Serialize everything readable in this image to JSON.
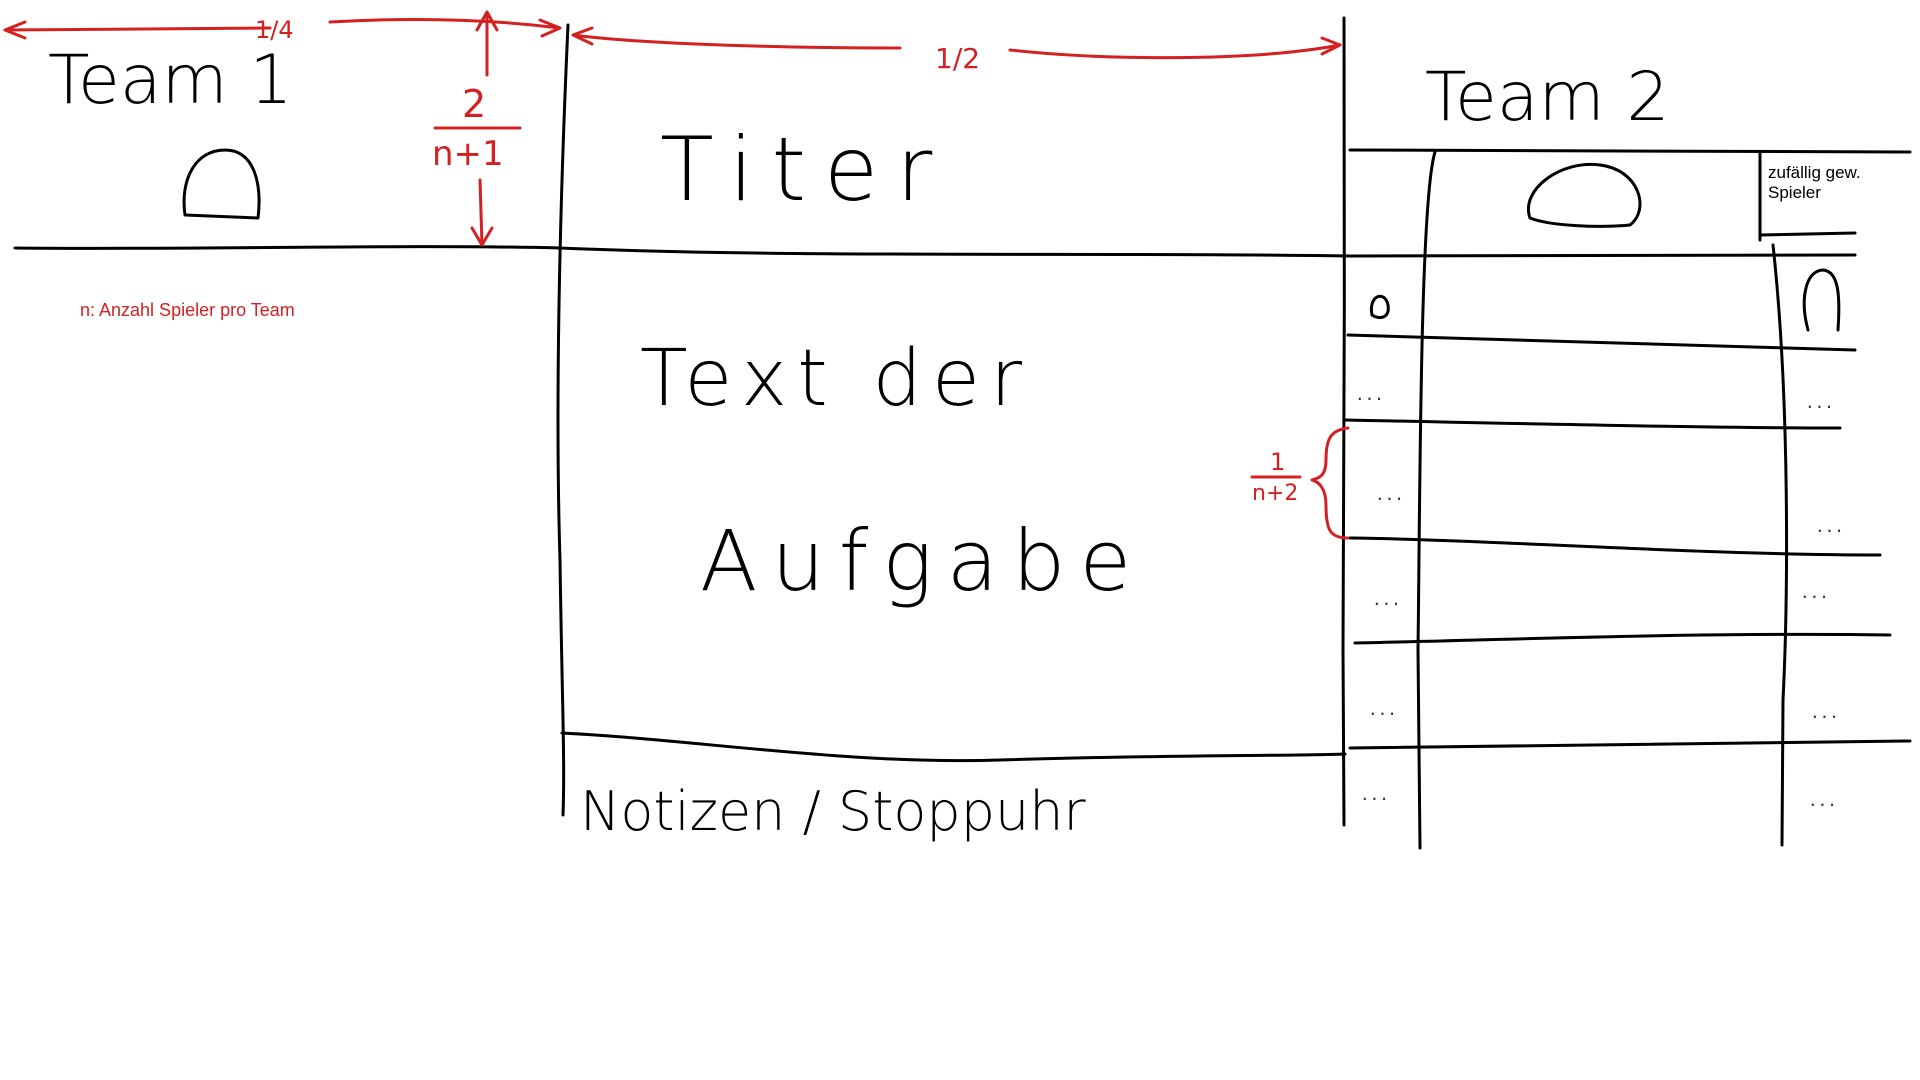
{
  "team1": {
    "label": "Team 1"
  },
  "team2": {
    "label": "Team 2",
    "random_player_note": "zufällig gew. Spieler",
    "row_placeholder": "..."
  },
  "center": {
    "title": "Titer",
    "task_text_line1": "Text der",
    "task_text_line2": "Aufgabe",
    "footer": "Notizen / Stoppuhr"
  },
  "dimensions": {
    "team_width": "1/4",
    "center_width": "1/2",
    "header_height_num": "2",
    "header_height_den": "n+1",
    "row_height_num": "1",
    "row_height_den": "n+2"
  },
  "legend": {
    "text": "n: Anzahl Spieler pro Team"
  },
  "colors": {
    "ink": "#000000",
    "annotation": "#d42020"
  }
}
